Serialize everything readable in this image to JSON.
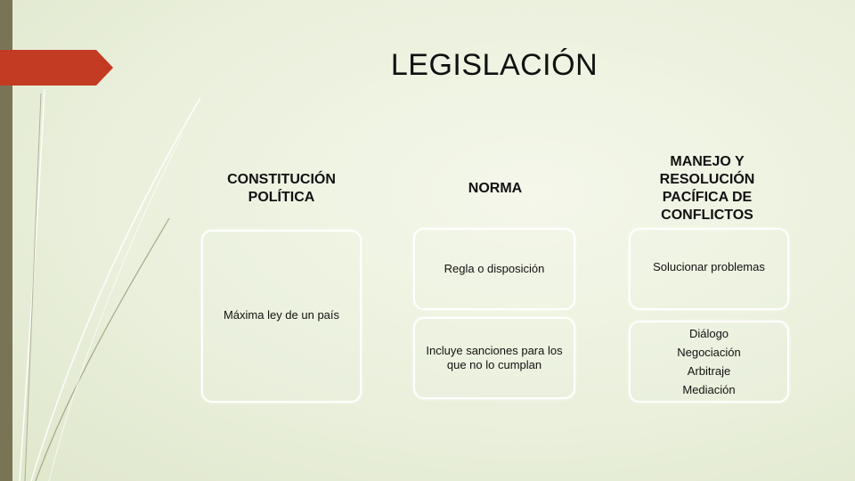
{
  "slide": {
    "title": "LEGISLACIÓN",
    "columns": [
      {
        "heading": "CONSTITUCIÓN POLÍTICA",
        "boxes": [
          {
            "text": "Máxima ley de un país"
          }
        ]
      },
      {
        "heading": "NORMA",
        "boxes": [
          {
            "text": "Regla o disposición"
          },
          {
            "text": "Incluye sanciones para los que no lo cumplan"
          }
        ]
      },
      {
        "heading": "MANEJO Y RESOLUCIÓN PACÍFICA DE CONFLICTOS",
        "boxes": [
          {
            "text": "Solucionar problemas"
          },
          {
            "items": [
              "Diálogo",
              "Negociación",
              "Arbitraje",
              "Mediación"
            ]
          }
        ]
      }
    ]
  },
  "colors": {
    "background": "#eaf0dc",
    "left_bar": "#7a7456",
    "accent_tab": "#c23b22",
    "box_border": "#ffffff"
  }
}
